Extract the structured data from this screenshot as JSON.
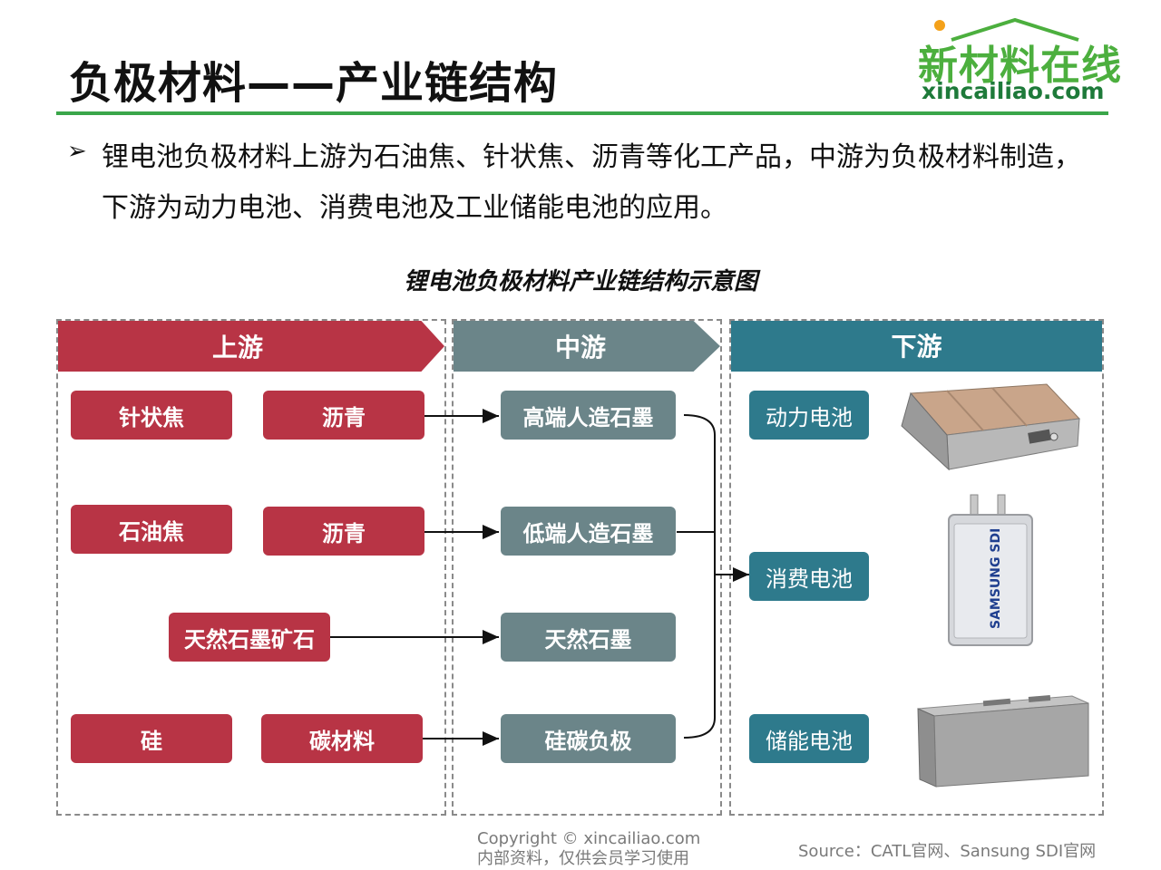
{
  "title": "负极材料——产业链结构",
  "logo": {
    "cn": "新材料在线",
    "en": "xincailiao.com"
  },
  "bullet": "锂电池负极材料上游为石油焦、针状焦、沥青等化工产品，中游为负极材料制造，下游为动力电池、消费电池及工业储能电池的应用。",
  "diagram_title": "锂电池负极材料产业链结构示意图",
  "headers": {
    "up": "上游",
    "mid": "中游",
    "down": "下游"
  },
  "upstream": {
    "r1a": "针状焦",
    "r1b": "沥青",
    "r2a": "石油焦",
    "r2b": "沥青",
    "r3": "天然石墨矿石",
    "r4a": "硅",
    "r4b": "碳材料"
  },
  "midstream": [
    "高端人造石墨",
    "低端人造石墨",
    "天然石墨",
    "硅碳负极"
  ],
  "downstream": [
    "动力电池",
    "消费电池",
    "储能电池"
  ],
  "battery_label": "SAMSUNG SDI",
  "copyright": {
    "line1": "Copyright © xincailiao.com",
    "line2": "内部资料，仅供会员学习使用"
  },
  "source": "Source：CATL官网、Sansung SDI官网",
  "colors": {
    "red": "#b83445",
    "gray": "#6b8589",
    "teal": "#2e7a8c",
    "green": "#3aa64a"
  }
}
